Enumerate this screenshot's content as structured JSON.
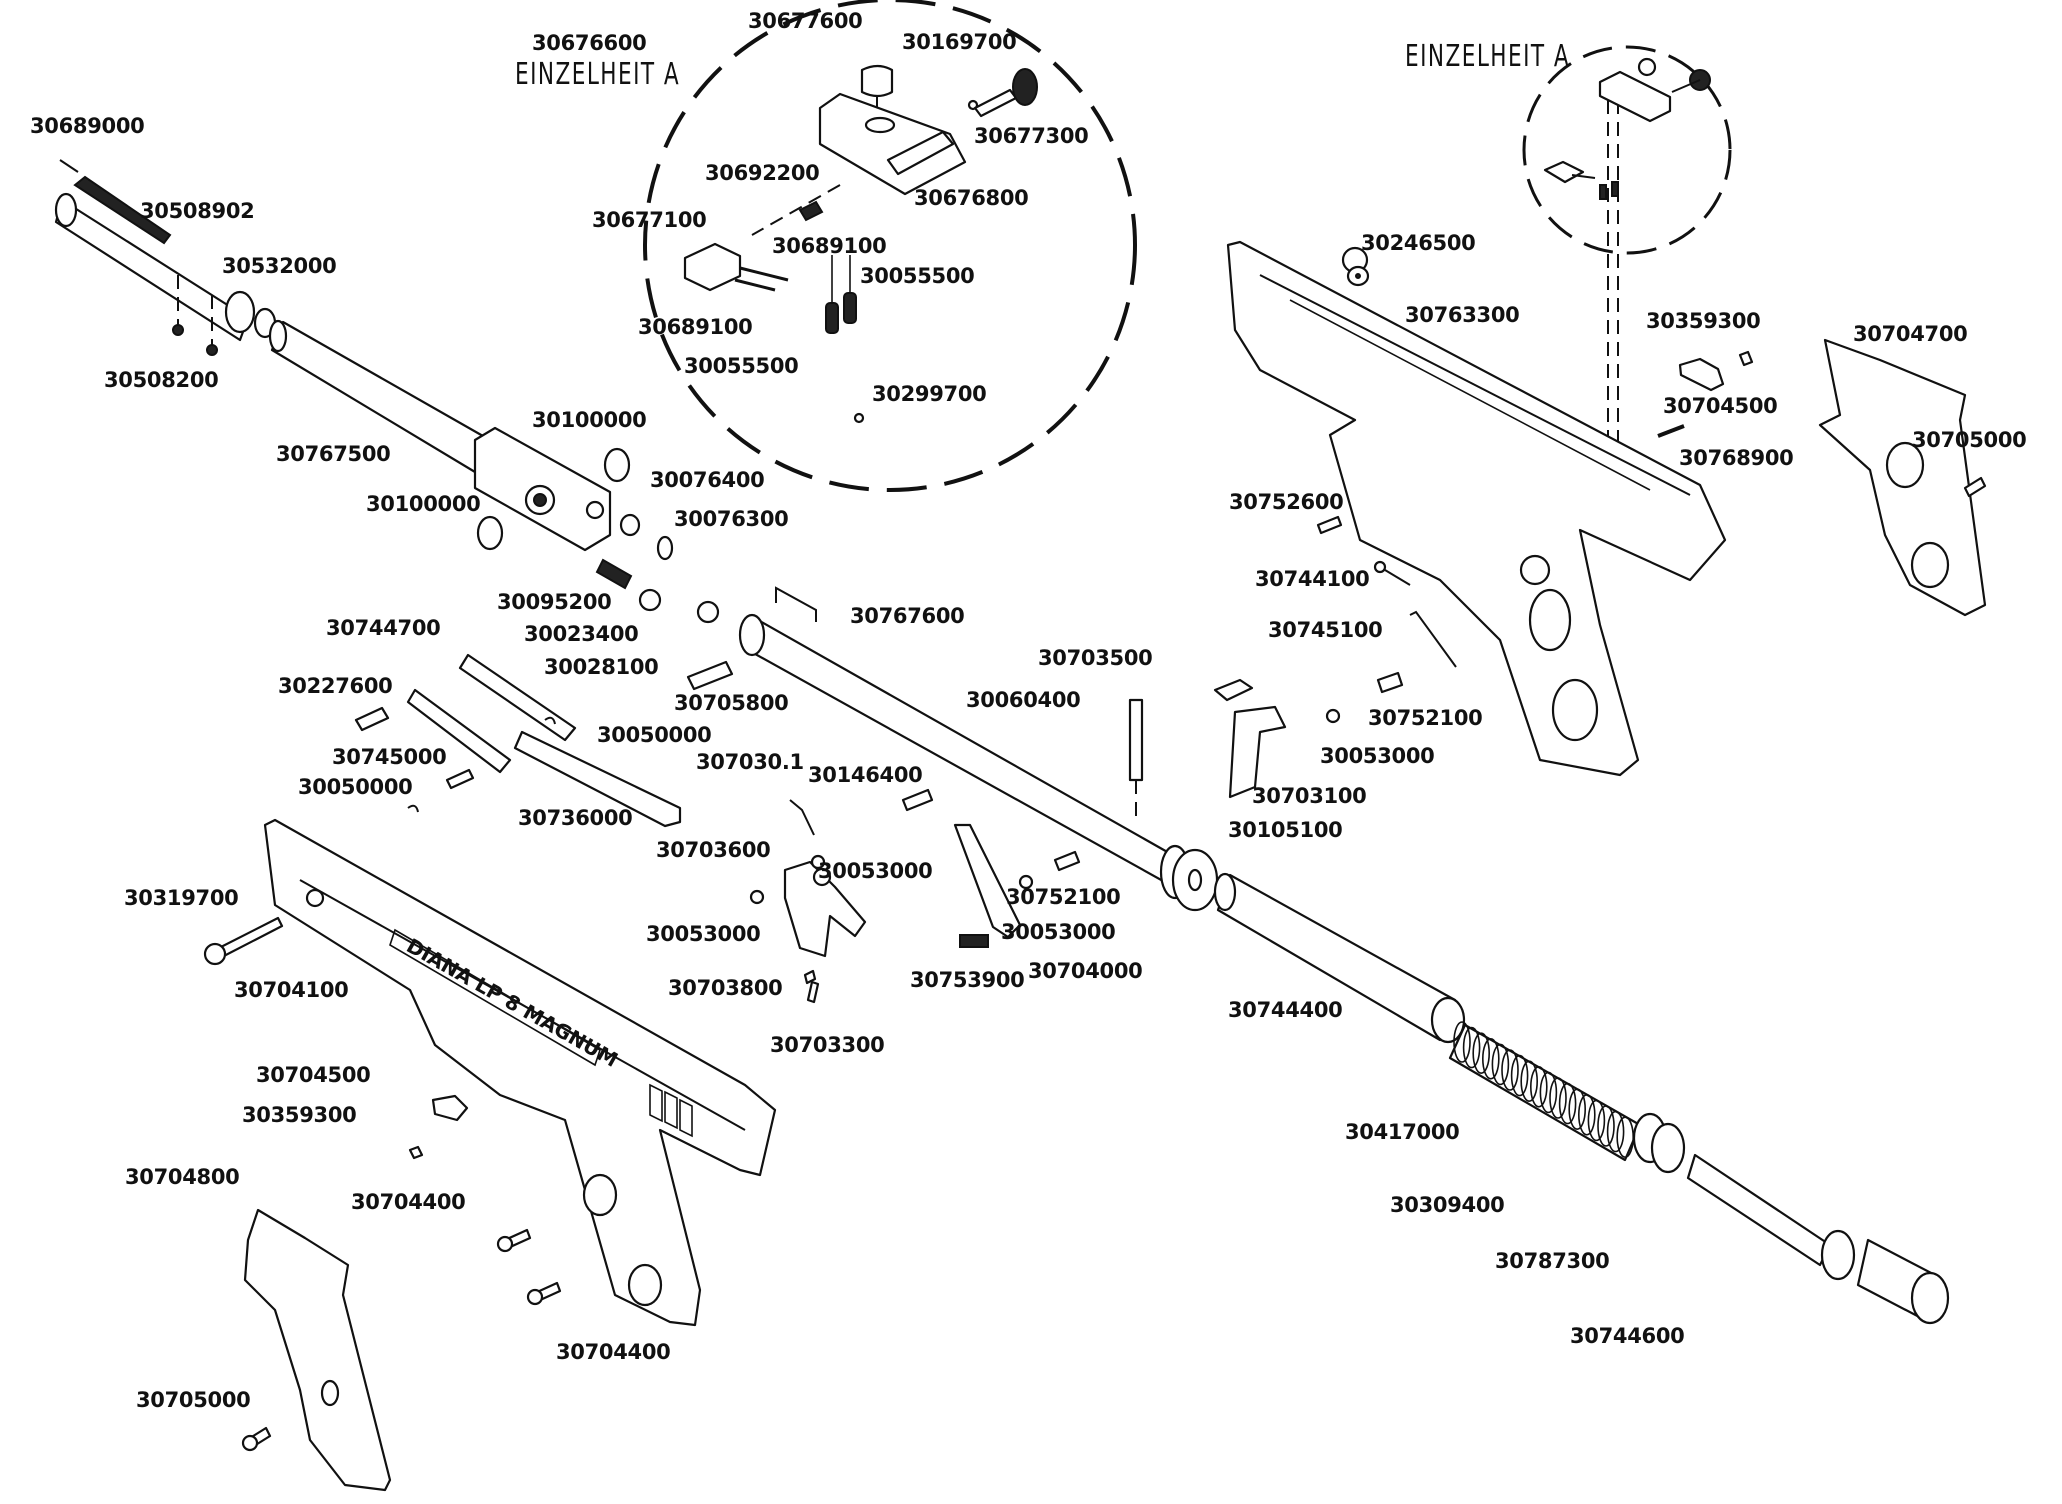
{
  "diagram": {
    "type": "exploded-parts-diagram",
    "subject": "air pistol",
    "engraving": "DIANA LP 8 MAGNUM",
    "detail_titles": [
      "EINZELHEIT A",
      "EINZELHEIT A"
    ],
    "parts": [
      {
        "id": "p01",
        "number": "30676600"
      },
      {
        "id": "p02",
        "number": "30677600"
      },
      {
        "id": "p03",
        "number": "30169700"
      },
      {
        "id": "p04",
        "number": "30677300"
      },
      {
        "id": "p05",
        "number": "30689000"
      },
      {
        "id": "p06",
        "number": "30508902"
      },
      {
        "id": "p07",
        "number": "30692200"
      },
      {
        "id": "p08",
        "number": "30676800"
      },
      {
        "id": "p09",
        "number": "30677100"
      },
      {
        "id": "p10",
        "number": "30689100"
      },
      {
        "id": "p11",
        "number": "30055500"
      },
      {
        "id": "p12",
        "number": "30532000"
      },
      {
        "id": "p13",
        "number": "30689100"
      },
      {
        "id": "p14",
        "number": "30055500"
      },
      {
        "id": "p15",
        "number": "30508200"
      },
      {
        "id": "p16",
        "number": "30299700"
      },
      {
        "id": "p17",
        "number": "30767500"
      },
      {
        "id": "p18",
        "number": "30100000"
      },
      {
        "id": "p19",
        "number": "30100000"
      },
      {
        "id": "p20",
        "number": "30076400"
      },
      {
        "id": "p21",
        "number": "30076300"
      },
      {
        "id": "p22",
        "number": "30095200"
      },
      {
        "id": "p23",
        "number": "30023400"
      },
      {
        "id": "p24",
        "number": "30028100"
      },
      {
        "id": "p25",
        "number": "30744700"
      },
      {
        "id": "p26",
        "number": "30227600"
      },
      {
        "id": "p27",
        "number": "30050000"
      },
      {
        "id": "p28",
        "number": "30745000"
      },
      {
        "id": "p29",
        "number": "30050000"
      },
      {
        "id": "p30",
        "number": "30736000"
      },
      {
        "id": "p31",
        "number": "30705800"
      },
      {
        "id": "p32",
        "number": "30767600"
      },
      {
        "id": "p33",
        "number": "307030.1"
      },
      {
        "id": "p34",
        "number": "30146400"
      },
      {
        "id": "p35",
        "number": "30703600"
      },
      {
        "id": "p36",
        "number": "30053000"
      },
      {
        "id": "p37",
        "number": "30053000"
      },
      {
        "id": "p38",
        "number": "30703800"
      },
      {
        "id": "p39",
        "number": "30703300"
      },
      {
        "id": "p40",
        "number": "30753900"
      },
      {
        "id": "p41",
        "number": "30704000"
      },
      {
        "id": "p42",
        "number": "30053000"
      },
      {
        "id": "p43",
        "number": "30752100"
      },
      {
        "id": "p44",
        "number": "30060400"
      },
      {
        "id": "p45",
        "number": "30703500"
      },
      {
        "id": "p46",
        "number": "30703100"
      },
      {
        "id": "p47",
        "number": "30053000"
      },
      {
        "id": "p48",
        "number": "30752100"
      },
      {
        "id": "p49",
        "number": "30745100"
      },
      {
        "id": "p50",
        "number": "30744100"
      },
      {
        "id": "p51",
        "number": "30752600"
      },
      {
        "id": "p52",
        "number": "30246500"
      },
      {
        "id": "p53",
        "number": "30763300"
      },
      {
        "id": "p54",
        "number": "30359300"
      },
      {
        "id": "p55",
        "number": "30704500"
      },
      {
        "id": "p56",
        "number": "30768900"
      },
      {
        "id": "p57",
        "number": "30704700"
      },
      {
        "id": "p58",
        "number": "30705000"
      },
      {
        "id": "p59",
        "number": "30105100"
      },
      {
        "id": "p60",
        "number": "30744400"
      },
      {
        "id": "p61",
        "number": "30417000"
      },
      {
        "id": "p62",
        "number": "30309400"
      },
      {
        "id": "p63",
        "number": "30787300"
      },
      {
        "id": "p64",
        "number": "30744600"
      },
      {
        "id": "p65",
        "number": "30319700"
      },
      {
        "id": "p66",
        "number": "30704100"
      },
      {
        "id": "p67",
        "number": "30704500"
      },
      {
        "id": "p68",
        "number": "30359300"
      },
      {
        "id": "p69",
        "number": "30704800"
      },
      {
        "id": "p70",
        "number": "30704400"
      },
      {
        "id": "p71",
        "number": "30704400"
      },
      {
        "id": "p72",
        "number": "30705000"
      }
    ]
  }
}
